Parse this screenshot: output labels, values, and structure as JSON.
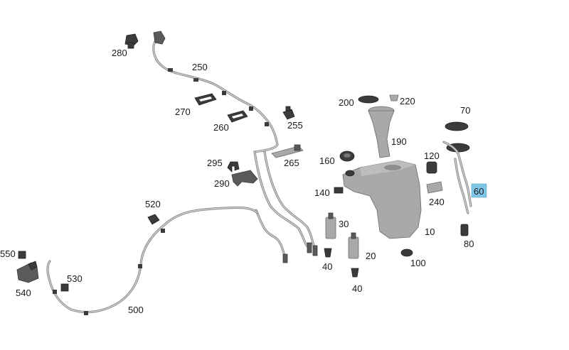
{
  "labels": {
    "p10": "10",
    "p20": "20",
    "p30": "30",
    "p40a": "40",
    "p40b": "40",
    "p60": "60",
    "p70": "70",
    "p80": "80",
    "p100": "100",
    "p120": "120",
    "p140": "140",
    "p160": "160",
    "p190": "190",
    "p200": "200",
    "p220": "220",
    "p240": "240",
    "p250": "250",
    "p255": "255",
    "p260": "260",
    "p265": "265",
    "p270": "270",
    "p280": "280",
    "p290": "290",
    "p295": "295",
    "p500": "500",
    "p520": "520",
    "p530": "530",
    "p540": "540",
    "p550": "550"
  },
  "colors": {
    "highlight": "#7fc6e6"
  }
}
